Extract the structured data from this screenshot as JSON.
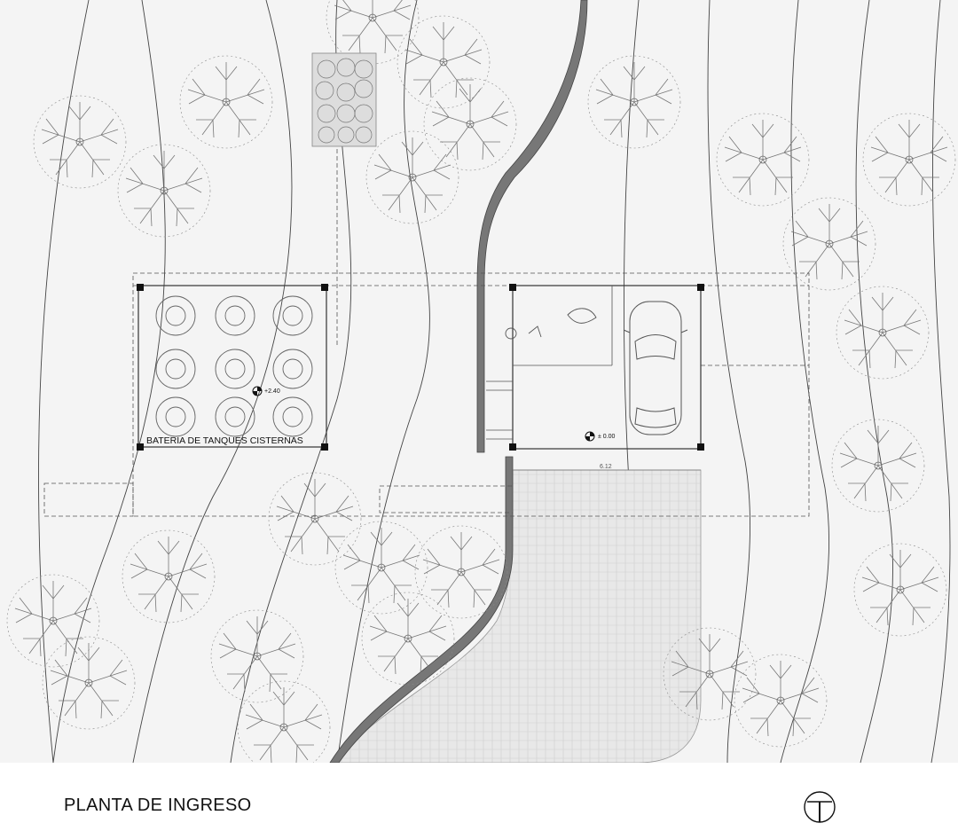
{
  "drawing": {
    "title": "PLANTA DE INGRESO",
    "tank_label": "BATERIA DE TANQUES CISTERNAS",
    "level_tanks": "+2.40",
    "level_parking": "± 0.00",
    "dimension": "6.12"
  },
  "colors": {
    "background": "#f4f4f4",
    "line": "#555555",
    "road_fill": "#777777",
    "paving": "#e6e6e6"
  },
  "icons": {
    "north_arrow": "north-arrow-icon",
    "level_marker": "level-marker-icon",
    "tree": "tree-icon",
    "car": "car-icon",
    "tank": "tank-icon"
  }
}
